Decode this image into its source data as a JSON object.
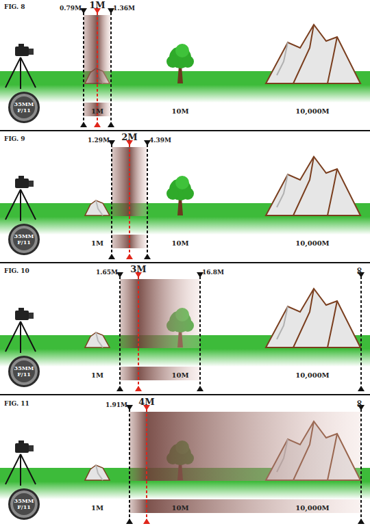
{
  "diagram": {
    "nodes": [
      {
        "text": [
          "35MM F/11"
        ]
      },
      {
        "text": [
          "35MM F/11"
        ]
      },
      {
        "text": [
          "35MM F/11"
        ]
      },
      {
        "text": [
          "35MM F/11"
        ]
      }
    ],
    "labels": [
      "FIG. 8",
      "1M",
      "0.79M",
      "1.36M",
      "1M",
      "10M",
      "10,000M",
      "FIG. 9",
      "2M",
      "1.29M",
      "4.39M",
      "1M",
      "10M",
      "10,000M",
      "FIG. 10",
      "3M",
      "1.65M",
      "16.8M",
      "∞",
      "1M",
      "10M",
      "10,000M",
      "FIG. 11",
      "4M",
      "1.91M",
      "∞",
      "1M",
      "10M",
      "10,000M"
    ]
  }
}
